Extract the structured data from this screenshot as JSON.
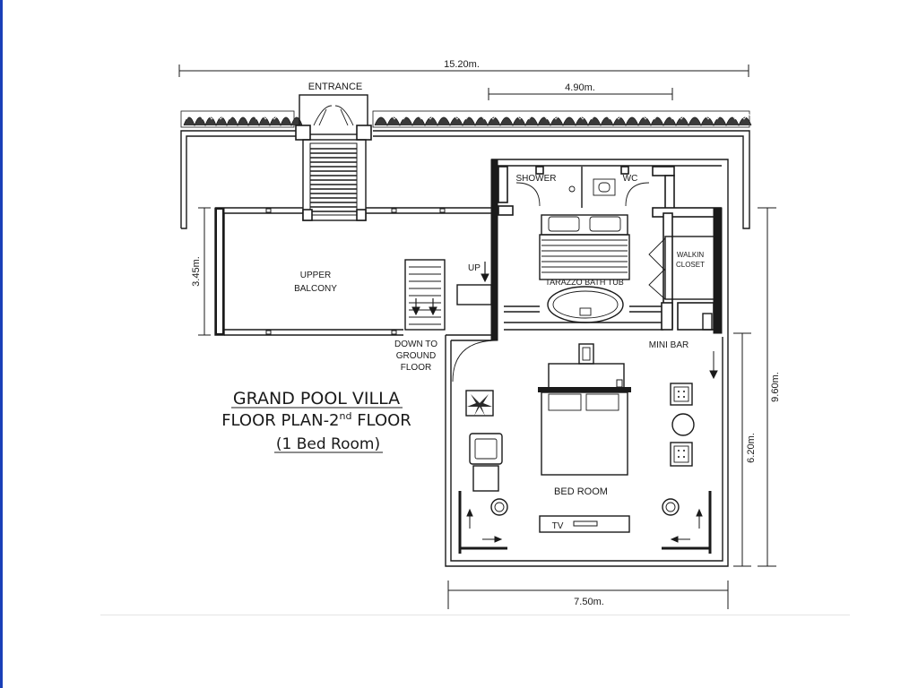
{
  "dimensions": {
    "overall_width": "15.20m.",
    "bathroom_width": "4.90m.",
    "balcony_depth": "3.45m.",
    "overall_depth": "9.60m.",
    "bedroom_depth": "6.20m.",
    "bedroom_width": "7.50m."
  },
  "rooms": {
    "entrance": "ENTRANCE",
    "shower": "SHOWER",
    "wc": "WC",
    "walkin_line1": "WALKIN",
    "walkin_line2": "CLOSET",
    "bath_tub": "TARAZZO BATH TUB",
    "up": "UP",
    "balcony_line1": "UPPER",
    "balcony_line2": "BALCONY",
    "down_line1": "DOWN TO",
    "down_line2": "GROUND",
    "down_line3": "FLOOR",
    "mini_bar": "MINI BAR",
    "bedroom": "BED ROOM",
    "tv": "TV"
  },
  "title": {
    "line1": "GRAND POOL VILLA",
    "line2_prefix": "FLOOR PLAN-2",
    "line2_sup": "nd",
    "line2_suffix": " FLOOR",
    "line3": "(1 Bed Room)"
  }
}
